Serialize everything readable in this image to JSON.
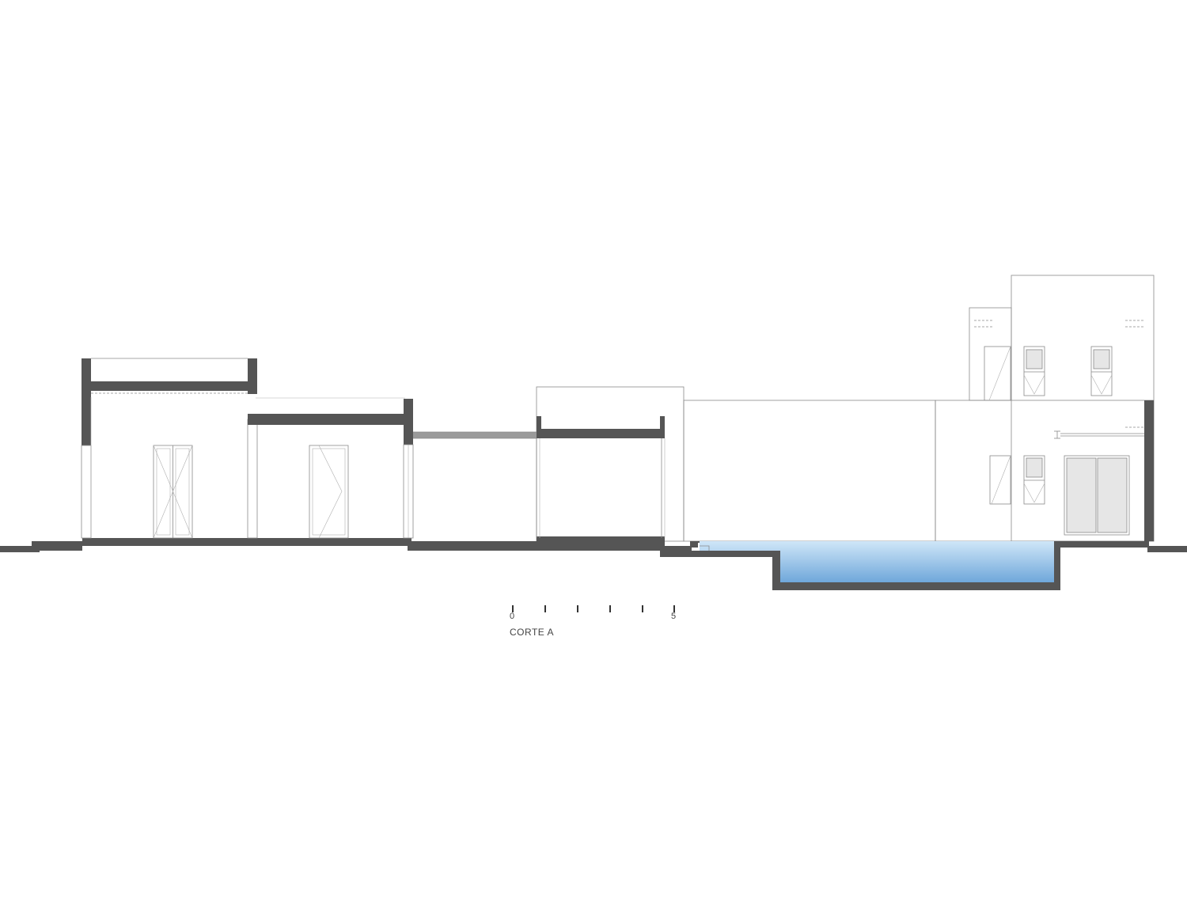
{
  "drawing": {
    "title": "CORTE A",
    "scale_bar": {
      "start_label": "0",
      "end_label": "5"
    },
    "colors": {
      "cut_wall": "#555555",
      "pool_top": "#cfe6f8",
      "pool_bottom": "#6fa7da",
      "line": "#8a8a8a"
    }
  }
}
